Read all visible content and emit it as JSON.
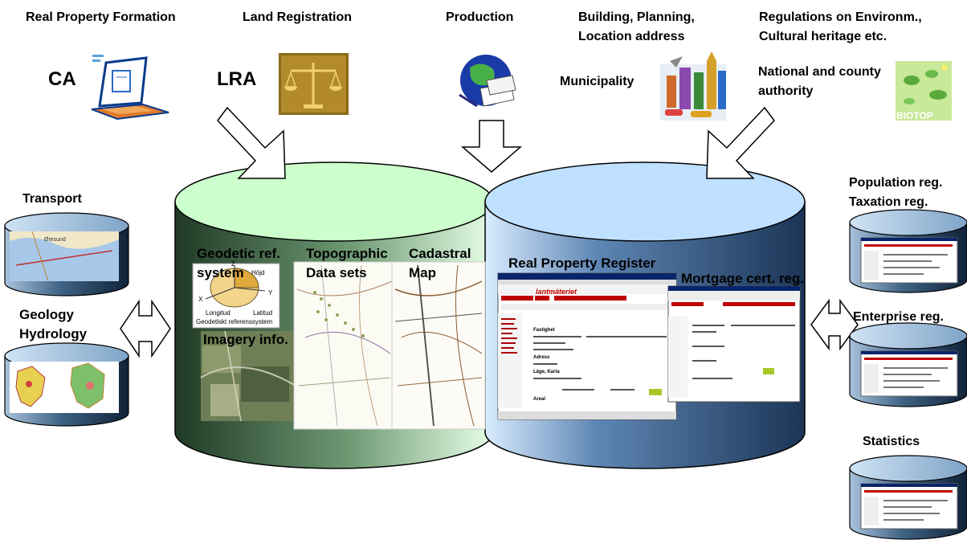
{
  "top_labels": {
    "real_property_formation": "Real Property Formation",
    "land_registration": "Land Registration",
    "production": "Production",
    "building_planning": "Building, Planning,",
    "location_address": "Location address",
    "regulations": "Regulations on Environm.,",
    "cultural_heritage": "Cultural heritage etc."
  },
  "actors": {
    "ca": "CA",
    "lra": "LRA",
    "municipality": "Municipality",
    "national_county_1": "National and county",
    "national_county_2": "authority",
    "biotop": "BIOTOP"
  },
  "left_dbs": {
    "transport": "Transport",
    "geology": "Geology",
    "hydrology": "Hydrology",
    "map_place": "Øresund"
  },
  "right_dbs": {
    "population": "Population reg.",
    "taxation": "Taxation reg.",
    "enterprise": "Enterprise reg.",
    "statistics": "Statistics"
  },
  "green_cylinder": {
    "geodetic_1": "Geodetic ref.",
    "geodetic_2": "system",
    "topographic": "Topographic",
    "datasets": "Data sets",
    "cadastral": "Cadastral",
    "map": "Map",
    "imagery": "Imagery info.",
    "geo_z": "Z",
    "geo_hojd": "Höjd",
    "geo_y": "Y",
    "geo_x": "X",
    "geo_longitud": "Longitud",
    "geo_latitud": "Latitud",
    "geo_caption": "Geodetiskt referenssystem"
  },
  "blue_cylinder": {
    "real_property_register": "Real Property Register",
    "mortgage": "Mortgage cert. reg.",
    "lantmateriet": "lantmäteriet",
    "fastighet": "Fastighet",
    "adress": "Adress",
    "lage_karta": "Läge, Karta",
    "areal": "Areal"
  },
  "colors": {
    "green_top": "#ccffcc",
    "green_body": "#2f4a33",
    "blue_top": "#bfe0ff",
    "blue_body": "#2b4a6e",
    "small_db": "#1f3a54"
  }
}
